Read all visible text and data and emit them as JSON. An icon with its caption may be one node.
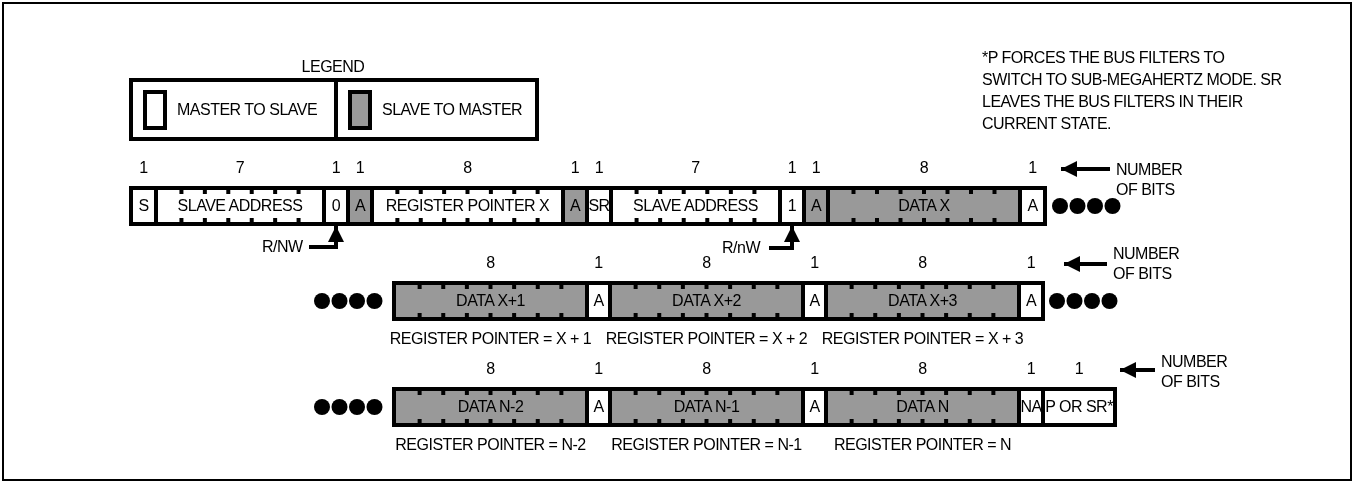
{
  "diagram": {
    "nodes": [
      {
        "text": [
          "S"
        ],
        "beside": [
          "1"
        ]
      },
      {
        "text": [
          "SLAVE ADDRESS"
        ],
        "beside": [
          "7"
        ]
      },
      {
        "text": [
          "0"
        ],
        "beside": [
          "1"
        ]
      },
      {
        "text": [
          "A"
        ],
        "beside": [
          "1"
        ]
      },
      {
        "text": [
          "REGISTER POINTER X"
        ],
        "beside": [
          "8"
        ]
      },
      {
        "text": [
          "A"
        ],
        "beside": [
          "1"
        ]
      },
      {
        "text": [
          "SR"
        ],
        "beside": [
          "1"
        ]
      },
      {
        "text": [
          "SLAVE ADDRESS"
        ],
        "beside": [
          "7"
        ]
      },
      {
        "text": [
          "1"
        ],
        "beside": [
          "1"
        ]
      },
      {
        "text": [
          "A"
        ],
        "beside": [
          "1"
        ]
      },
      {
        "text": [
          "DATA X"
        ],
        "beside": [
          "8"
        ]
      },
      {
        "text": [
          "A"
        ],
        "beside": [
          "1"
        ]
      },
      {
        "text": [
          "NUMBER OF BITS"
        ]
      },
      {
        "text": [
          "R/NW"
        ]
      },
      {
        "text": [
          "R/nW"
        ]
      },
      {
        "text": [
          "DATA X+1"
        ],
        "beside": [
          "8",
          "REGISTER POINTER = X + 1"
        ]
      },
      {
        "text": [
          "A"
        ],
        "beside": [
          "1"
        ]
      },
      {
        "text": [
          "DATA X+2"
        ],
        "beside": [
          "8",
          "REGISTER POINTER = X + 2"
        ]
      },
      {
        "text": [
          "A"
        ],
        "beside": [
          "1"
        ]
      },
      {
        "text": [
          "DATA X+3"
        ],
        "beside": [
          "8",
          "REGISTER POINTER = X + 3"
        ]
      },
      {
        "text": [
          "A"
        ],
        "beside": [
          "1"
        ]
      },
      {
        "text": [
          "NUMBER OF BITS"
        ]
      },
      {
        "text": [
          "DATA N-2"
        ],
        "beside": [
          "8",
          "REGISTER POINTER = N-2"
        ]
      },
      {
        "text": [
          "A"
        ],
        "beside": [
          "1"
        ]
      },
      {
        "text": [
          "DATA N-1"
        ],
        "beside": [
          "8",
          "REGISTER POINTER = N-1"
        ]
      },
      {
        "text": [
          "A"
        ],
        "beside": [
          "1"
        ]
      },
      {
        "text": [
          "DATA N"
        ],
        "beside": [
          "8",
          "REGISTER POINTER = N"
        ]
      },
      {
        "text": [
          "NA"
        ],
        "beside": [
          "1"
        ]
      },
      {
        "text": [
          "P OR SR*"
        ],
        "beside": [
          "1"
        ]
      },
      {
        "text": [
          "NUMBER OF BITS"
        ]
      }
    ],
    "edges": [
      {
        "from": 13,
        "to": 2,
        "arrow": "to"
      },
      {
        "from": 14,
        "to": 8,
        "arrow": "to"
      },
      {
        "from": 12,
        "to": 11,
        "arrow": "to"
      },
      {
        "from": 21,
        "to": 20,
        "arrow": "to"
      },
      {
        "from": 29,
        "to": 28,
        "arrow": "to"
      }
    ],
    "labels": [
      "LEGEND",
      "*P FORCES THE BUS FILTERS TO SWITCH TO SUB-MEGAHERTZ MODE. SR LEAVES THE BUS FILTERS IN THEIR CURRENT STATE."
    ],
    "legend": [
      {
        "text": "MASTER TO SLAVE",
        "color": "#ffffff"
      },
      {
        "text": "SLAVE TO MASTER",
        "color": "#999999"
      }
    ]
  }
}
